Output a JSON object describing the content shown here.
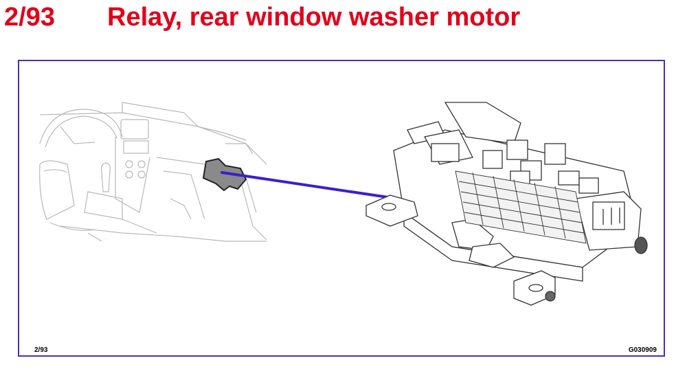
{
  "header": {
    "code": "2/93",
    "title": "Relay, rear window washer motor"
  },
  "figure": {
    "ref_code": "2/93",
    "image_id": "G030909"
  },
  "colors": {
    "title": "#e2001a",
    "frame": "#4b2fb8",
    "pointer": "#3a1fd0",
    "highlight": "#8a8a8a"
  }
}
